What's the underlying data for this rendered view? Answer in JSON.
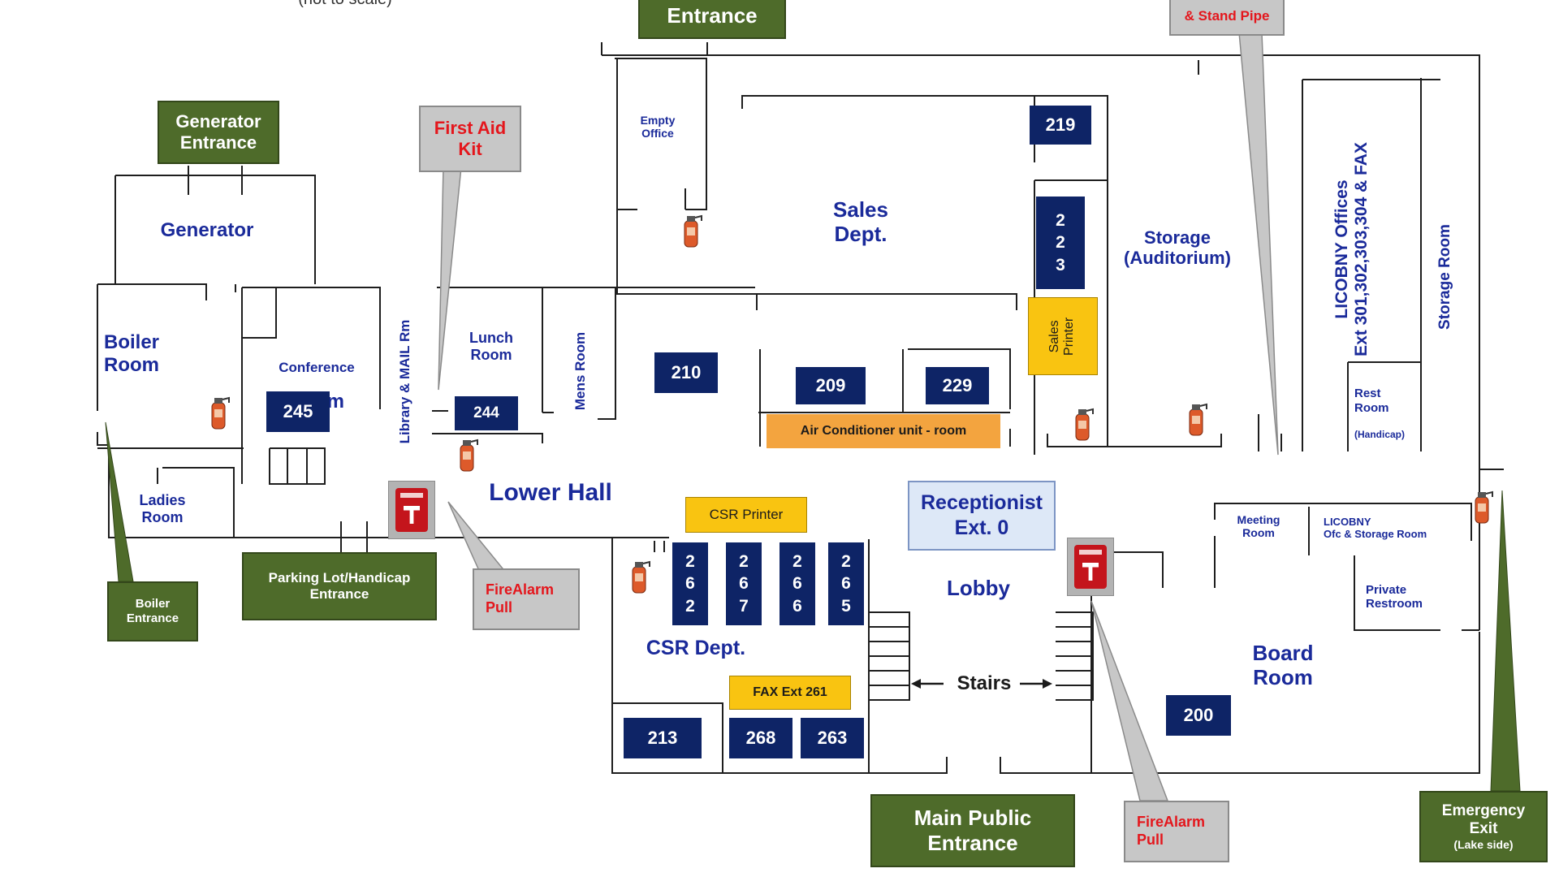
{
  "top_note": "(not to scale)",
  "entrances": {
    "top_entrance": "Entrance",
    "generator": "Generator\nEntrance",
    "boiler": "Boiler\nEntrance",
    "parking": "Parking Lot/Handicap\nEntrance",
    "main_public": "Main Public\nEntrance",
    "emergency_exit": "Emergency\nExit",
    "emergency_exit_note": "(Lake side)"
  },
  "callouts": {
    "fire_hose": "& Stand Pipe",
    "first_aid": "First Aid\nKit",
    "fire_alarm_left": "FireAlarm\nPull",
    "fire_alarm_right": "FireAlarm\nPull"
  },
  "rooms": {
    "empty_office": "Empty\nOffice",
    "sales_dept": "Sales\nDept.",
    "storage_auditorium": "Storage\n(Auditorium)",
    "licobny_offices": "LICOBNY Offices\nExt 301,302,303,304 & FAX",
    "storage_room": "Storage Room",
    "generator": "Generator",
    "boiler_room": "Boiler\nRoom",
    "conference_room_small": "Conference",
    "conference_room_big": "Room",
    "library_mail": "Library & MAIL Rm",
    "lunch_room": "Lunch\nRoom",
    "mens_room": "Mens Room",
    "rest_room": "Rest\nRoom",
    "rest_room_note": "(Handicap)",
    "ladies_room": "Ladies\nRoom",
    "lower_hall": "Lower Hall",
    "meeting_room": "Meeting\nRoom",
    "licobny_storage": "LICOBNY\nOfc & Storage Room",
    "private_restroom": "Private\nRestroom",
    "lobby": "Lobby",
    "stairs": "Stairs",
    "csr_dept": "CSR Dept.",
    "board_room": "Board\nRoom"
  },
  "receptionist": "Receptionist\nExt.  0",
  "room_numbers": {
    "r219": "219",
    "r223": "2\n2\n3",
    "r210": "210",
    "r209": "209",
    "r229": "229",
    "r245": "245",
    "r244": "244",
    "r262": "2\n6\n2",
    "r267": "2\n6\n7",
    "r266": "2\n6\n6",
    "r265": "2\n6\n5",
    "r213": "213",
    "r268": "268",
    "r263": "263",
    "r200": "200"
  },
  "equipment": {
    "sales_printer": "Sales\nPrinter",
    "air_conditioner": "Air Conditioner unit - room",
    "csr_printer": "CSR Printer",
    "fax": "FAX Ext 261"
  },
  "colors": {
    "room_number_bg": "#0e2466",
    "entrance_green": "#4e6b2a",
    "callout_gray": "#c7c7c7",
    "callout_text_red": "#e4161c",
    "printer_yellow": "#f9c411",
    "ac_orange": "#f3a43f",
    "room_label_blue": "#1a2a9a",
    "receptionist_bg": "#dde8f7"
  },
  "icons": [
    "fire-extinguisher-icon",
    "fire-alarm-pull-icon",
    "arrow-left-icon",
    "arrow-right-icon"
  ]
}
